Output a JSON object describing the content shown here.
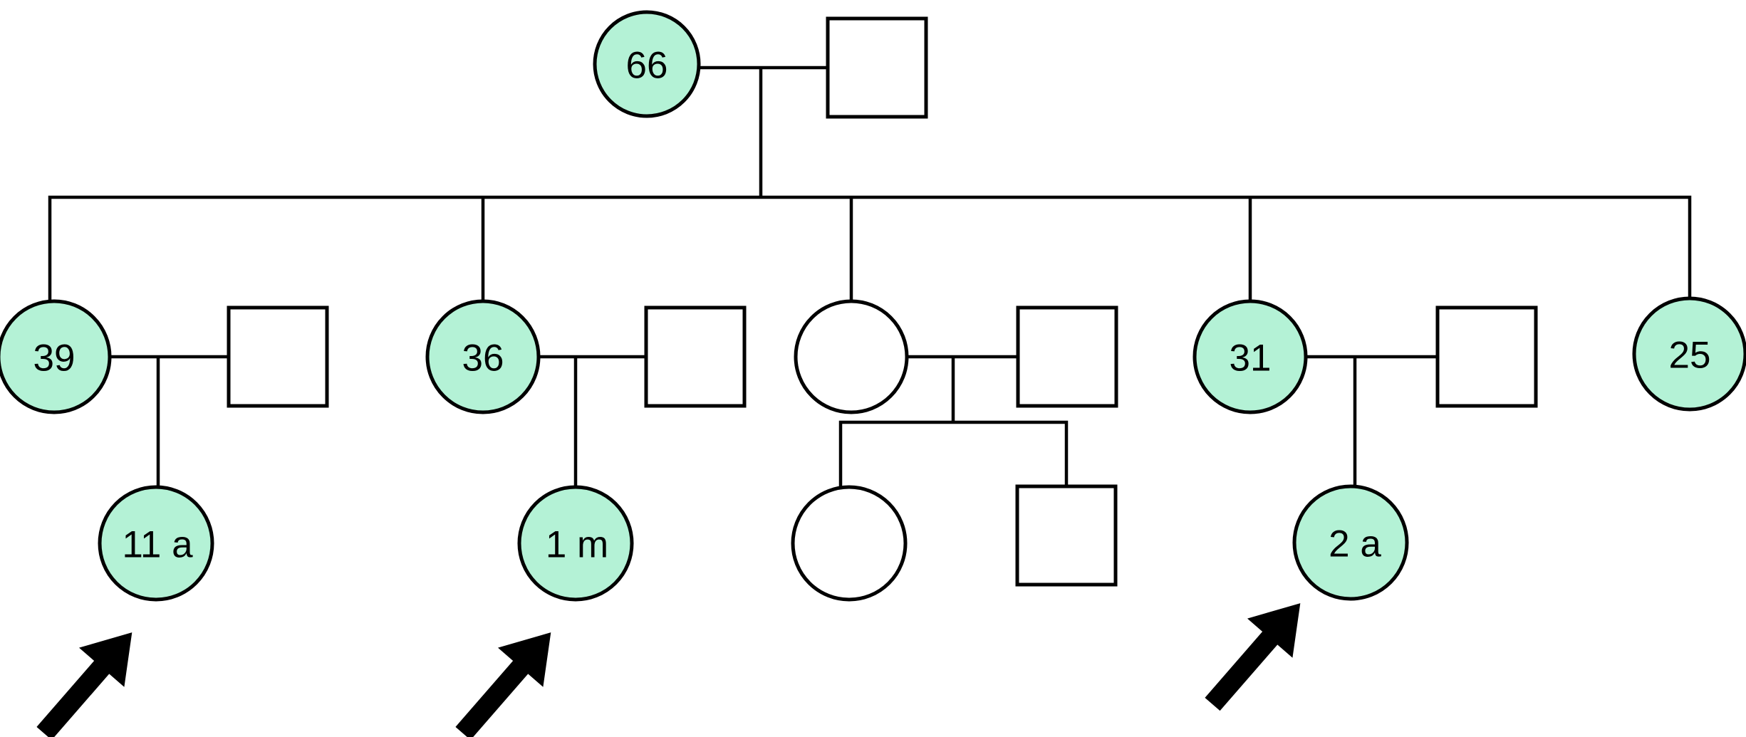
{
  "figure": {
    "kind": "pedigree chart, three generations",
    "background": "#ffffff",
    "proband_indicator": "black diagonal arrow pointing up-right at affected child",
    "proband_count": 3
  },
  "colors": {
    "affected_fill": "#b4f2d6",
    "unaffected_fill": "#ffffff",
    "line": "#000000",
    "text": "#000000"
  },
  "people": {
    "gen1_mother": {
      "label": "66",
      "sex": "female",
      "shaded": true
    },
    "gen1_father": {
      "label": "",
      "sex": "male",
      "shaded": false
    },
    "gen2_daughter1": {
      "label": "39",
      "sex": "female",
      "shaded": true
    },
    "gen2_husband1": {
      "label": "",
      "sex": "male",
      "shaded": false
    },
    "gen2_daughter2": {
      "label": "36",
      "sex": "female",
      "shaded": true
    },
    "gen2_husband2": {
      "label": "",
      "sex": "male",
      "shaded": false
    },
    "gen2_daughter3": {
      "label": "",
      "sex": "female",
      "shaded": false
    },
    "gen2_husband3": {
      "label": "",
      "sex": "male",
      "shaded": false
    },
    "gen2_daughter4": {
      "label": "31",
      "sex": "female",
      "shaded": true
    },
    "gen2_husband4": {
      "label": "",
      "sex": "male",
      "shaded": false
    },
    "gen2_daughter5": {
      "label": "25",
      "sex": "female",
      "shaded": true
    },
    "gen3_child1": {
      "label": "11 a",
      "sex": "female",
      "shaded": true,
      "proband": true
    },
    "gen3_child2": {
      "label": "1 m",
      "sex": "female",
      "shaded": true,
      "proband": true
    },
    "gen3_child3": {
      "label": "",
      "sex": "female",
      "shaded": false,
      "proband": false
    },
    "gen3_child4": {
      "label": "",
      "sex": "male",
      "shaded": false,
      "proband": false
    },
    "gen3_child5": {
      "label": "2 a",
      "sex": "female",
      "shaded": true,
      "proband": true
    }
  }
}
